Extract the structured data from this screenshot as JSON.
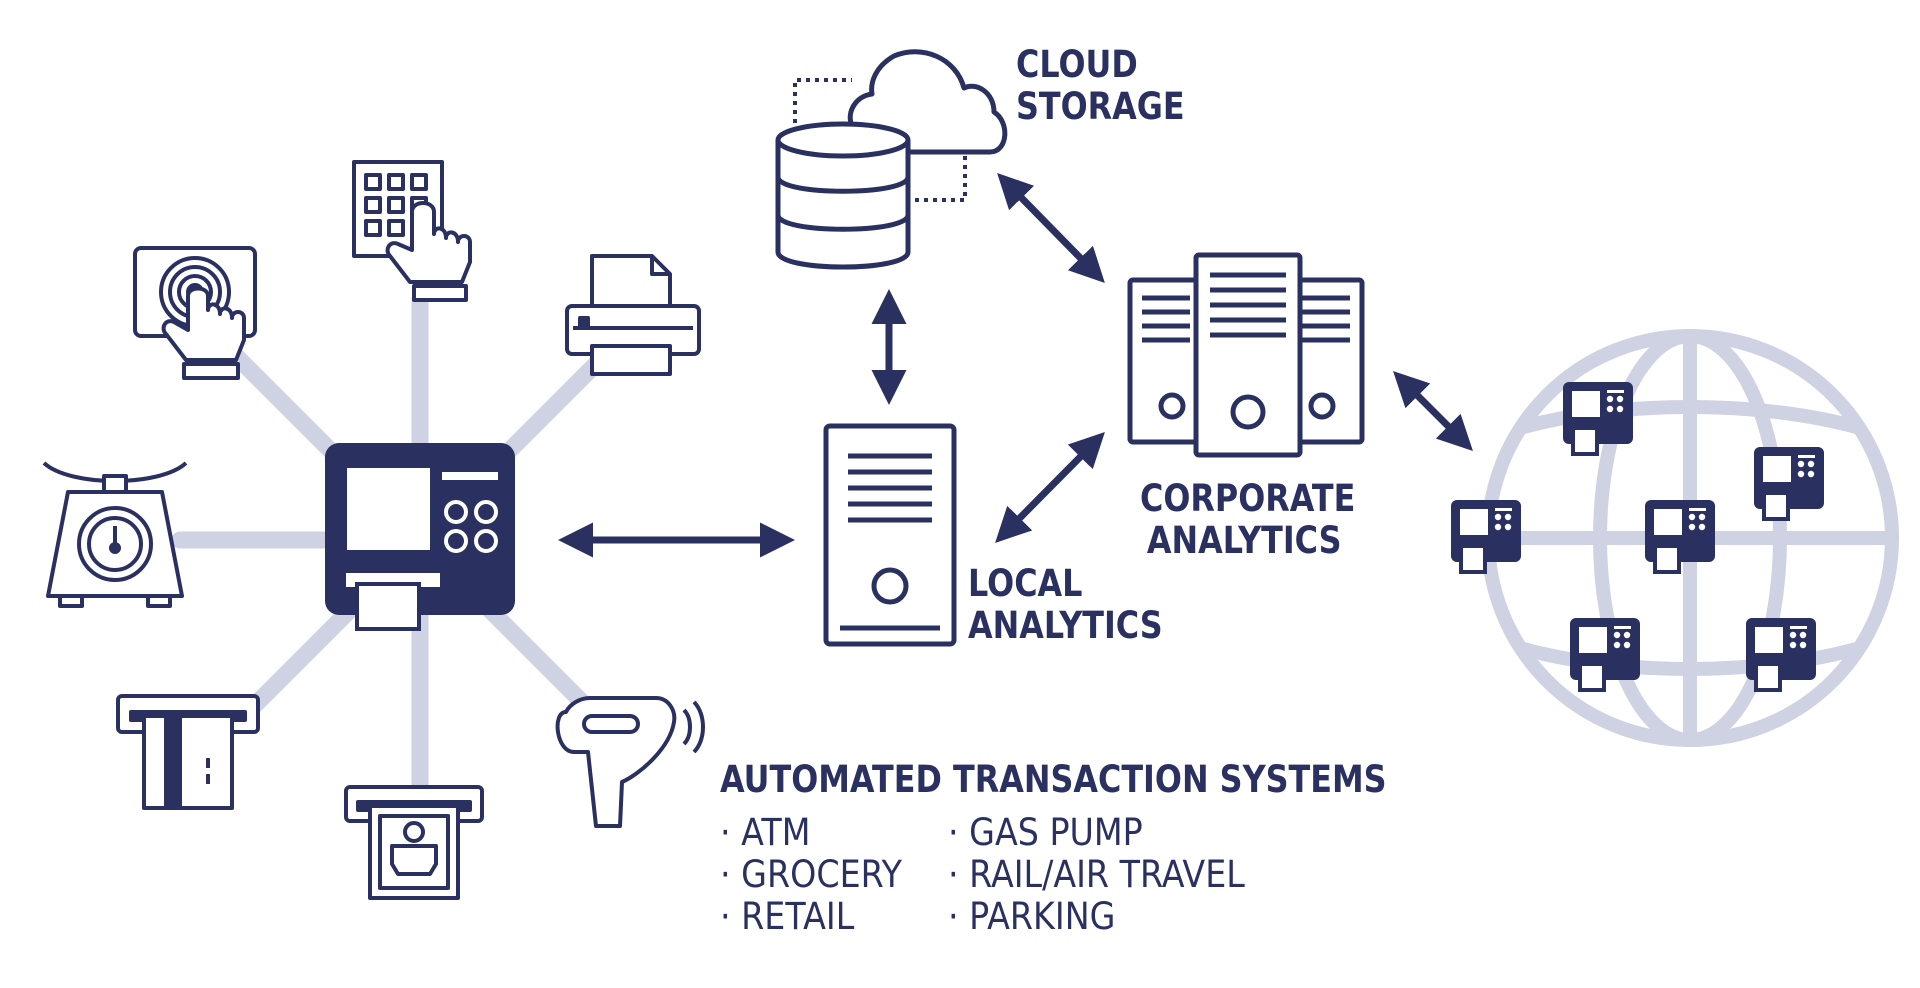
{
  "labels": {
    "cloud_storage": [
      "CLOUD",
      "STORAGE"
    ],
    "corporate_analytics": [
      "CORPORATE",
      "ANALYTICS"
    ],
    "local_analytics": [
      "LOCAL",
      "ANALYTICS"
    ]
  },
  "systems": {
    "title": "AUTOMATED TRANSACTION SYSTEMS",
    "left_items": [
      "· ATM",
      "· GROCERY",
      "· RETAIL"
    ],
    "right_items": [
      "· GAS PUMP",
      "· RAIL/AIR TRAVEL",
      "· PARKING"
    ]
  },
  "colors": {
    "navy": "#2a3160",
    "spoke": "#cfd2e2",
    "globe": "#cfd2e2",
    "background": "#ffffff"
  },
  "icons": [
    "touch-screen-icon",
    "keypad-icon",
    "printer-icon",
    "scale-icon",
    "card-reader-icon",
    "cash-dispenser-icon",
    "barcode-scanner-icon",
    "kiosk-terminal-icon",
    "cloud-icon",
    "database-icon",
    "server-icon",
    "server-rack-icon",
    "globe-icon",
    "atm-terminal-icon"
  ]
}
